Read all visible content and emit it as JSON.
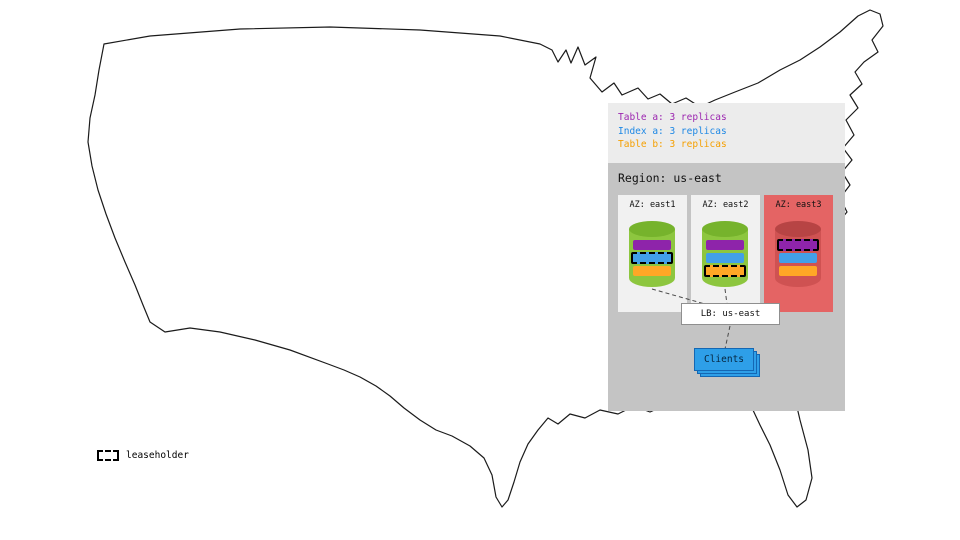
{
  "legend": {
    "items": [
      {
        "label": "Table a: 3 replicas",
        "color": "#9c27b0"
      },
      {
        "label": "Index a: 3 replicas",
        "color": "#1e88e5"
      },
      {
        "label": "Table b: 3 replicas",
        "color": "#f59f00"
      }
    ]
  },
  "region": {
    "title": "Region: us-east",
    "zones": [
      {
        "label": "AZ: east1",
        "status": "healthy",
        "dashed_replica": "index-a"
      },
      {
        "label": "AZ: east2",
        "status": "healthy",
        "dashed_replica": "table-b"
      },
      {
        "label": "AZ: east3",
        "status": "down",
        "dashed_replica": "table-a"
      }
    ],
    "load_balancer": {
      "label": "LB: us-east"
    },
    "clients": {
      "label": "Clients"
    }
  },
  "key": {
    "leaseholder_label": "leaseholder"
  },
  "colors": {
    "table_a": "#9c27b0",
    "index_a": "#1e88e5",
    "table_b": "#f59f00",
    "legend_bg": "#ececec",
    "region_bg": "#c4c4c4",
    "healthy_az_bg": "#f1f1f1",
    "down_az_bg": "#e46464",
    "cylinder_green": "#8dc63f",
    "down_cylinder_red": "#cf5252",
    "clients_blue": "#2e9fe8"
  }
}
